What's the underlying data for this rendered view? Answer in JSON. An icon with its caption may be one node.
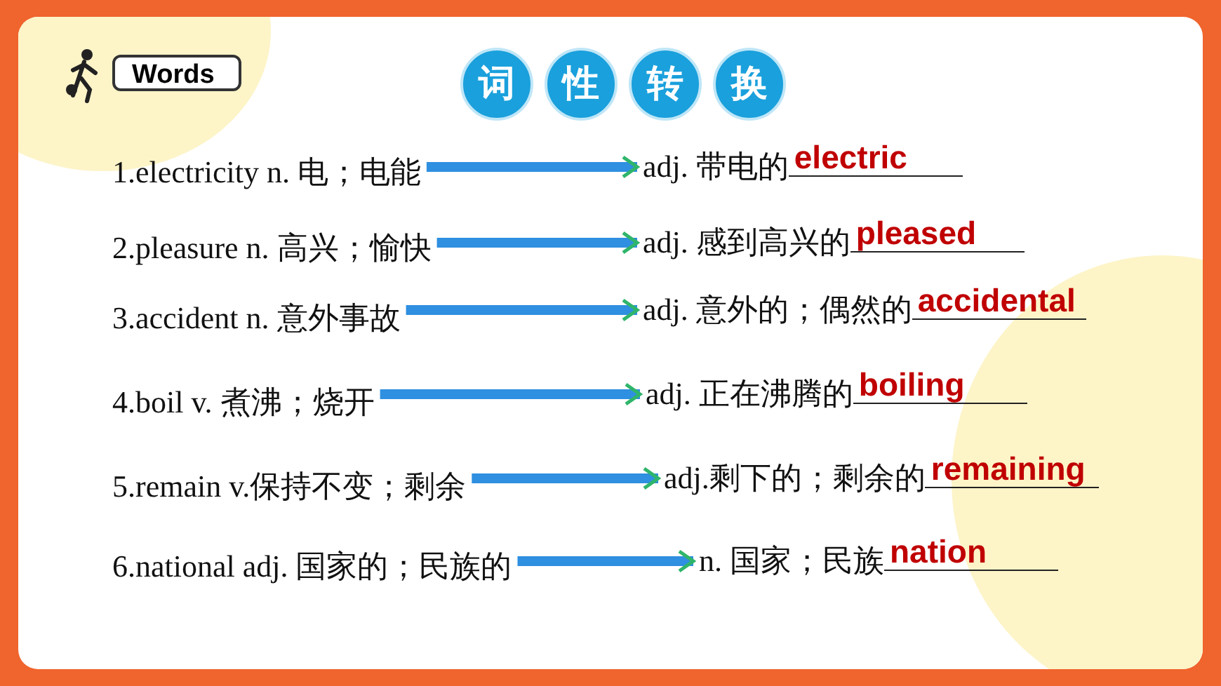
{
  "diagram": {
    "title": "词性转换",
    "nodes": [
      {
        "text": [
          "1.electricity n. 电；电能"
        ]
      },
      {
        "text": [
          "adj. 带电的",
          "electric"
        ]
      },
      {
        "text": [
          "2.pleasure n. 高兴；愉快"
        ]
      },
      {
        "text": [
          "adj. 感到高兴的",
          "pleased"
        ]
      },
      {
        "text": [
          "3.accident n. 意外事故"
        ]
      },
      {
        "text": [
          "adj. 意外的；偶然的",
          "accidental"
        ]
      },
      {
        "text": [
          "4.boil v. 煮沸；烧开"
        ]
      },
      {
        "text": [
          "adj. 正在沸腾的",
          "boiling"
        ]
      },
      {
        "text": [
          "5.remain v.保持不变；剩余"
        ]
      },
      {
        "text": [
          "adj.剩下的；剩余的",
          "remaining"
        ]
      },
      {
        "text": [
          "6.national adj. 国家的；民族的"
        ]
      },
      {
        "text": [
          "n. 国家；民族",
          "nation"
        ]
      }
    ],
    "edges": [
      {
        "from": 0,
        "to": 1,
        "arrow": "to"
      },
      {
        "from": 2,
        "to": 3,
        "arrow": "to"
      },
      {
        "from": 4,
        "to": 5,
        "arrow": "to"
      },
      {
        "from": 6,
        "to": 7,
        "arrow": "to"
      },
      {
        "from": 8,
        "to": 9,
        "arrow": "to"
      },
      {
        "from": 10,
        "to": 11,
        "arrow": "to"
      }
    ],
    "labels": [
      "Words"
    ]
  }
}
